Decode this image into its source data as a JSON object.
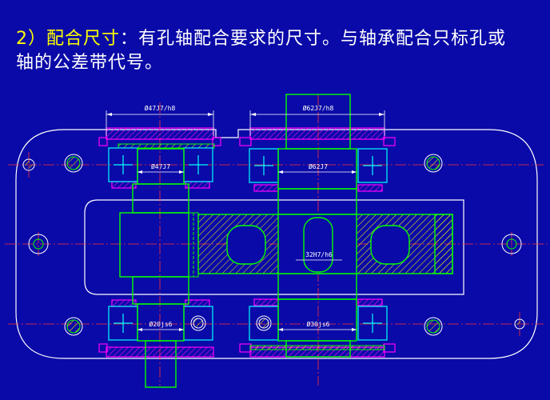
{
  "heading": {
    "label": "2）配合尺寸",
    "line1_rest": "：有孔轴配合要求的尺寸。与轴承配合只标孔或",
    "line2": "轴的公差带代号。"
  },
  "dimensions": {
    "top_left": "Ø47J7/h8",
    "top_right": "Ø62J7/h8",
    "inner_left": "Ø47J7",
    "inner_right": "Ø62J7",
    "gear_bore": "32H7/h6",
    "bottom_left": "Ø20js6",
    "bottom_right": "Ø30js6"
  },
  "colors": {
    "background": "#0a0aa8",
    "outline": "#ffffff",
    "part": "#00ff00",
    "hatch": "#ffff00",
    "section": "#ff00ff",
    "center": "#ff3030",
    "shaft": "#00ffff"
  }
}
